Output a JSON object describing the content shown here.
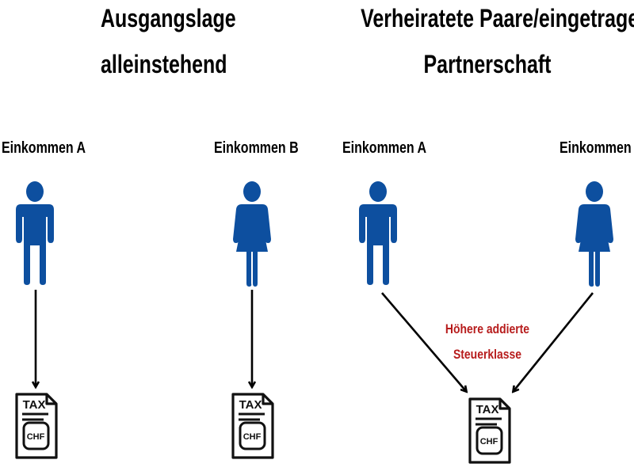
{
  "sections": {
    "single": {
      "title_line1": "Ausgangslage",
      "title_line2": "alleinstehend"
    },
    "married": {
      "title_line1": "Verheiratete Paare/eingetragene",
      "title_line2": "Partnerschaft"
    }
  },
  "people": {
    "single_a_label": "Einkommen A",
    "single_b_label": "Einkommen B",
    "married_a_label": "Einkommen A",
    "married_b_label": "Einkommen B"
  },
  "note": {
    "line1": "Höhere addierte",
    "line2": "Steuerklasse",
    "color": "#b71c1c"
  },
  "tax_document": {
    "heading": "TAX",
    "currency": "CHF"
  },
  "colors": {
    "person": "#0d4f9f",
    "arrow": "#000000"
  }
}
